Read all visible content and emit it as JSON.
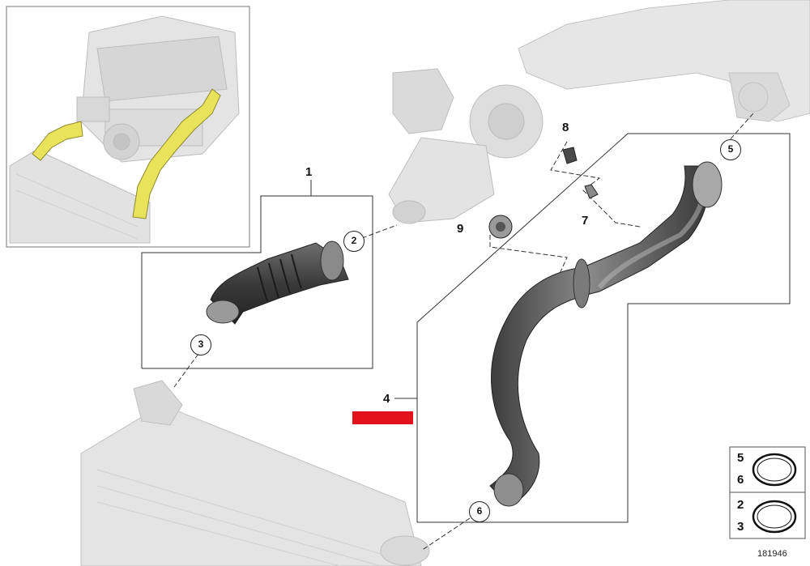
{
  "callouts": {
    "c1": "1",
    "c2": "2",
    "c3": "3",
    "c4": "4",
    "c5": "5",
    "c6": "6",
    "c7": "7",
    "c8": "8",
    "c9": "9"
  },
  "legend": {
    "top": [
      "5",
      "6"
    ],
    "bottom": [
      "2",
      "3"
    ]
  },
  "catalog_number": "181946",
  "colors": {
    "highlight": "#e3131b",
    "pipe_highlight": "#e8e35a",
    "line": "#333333",
    "ghost": "#c9c9c9"
  },
  "icons": [
    "engine-drawing",
    "turbocharger-drawing",
    "intercooler-drawing",
    "charge-pipe-drawing",
    "boot-hose-drawing",
    "o-ring-icon"
  ]
}
